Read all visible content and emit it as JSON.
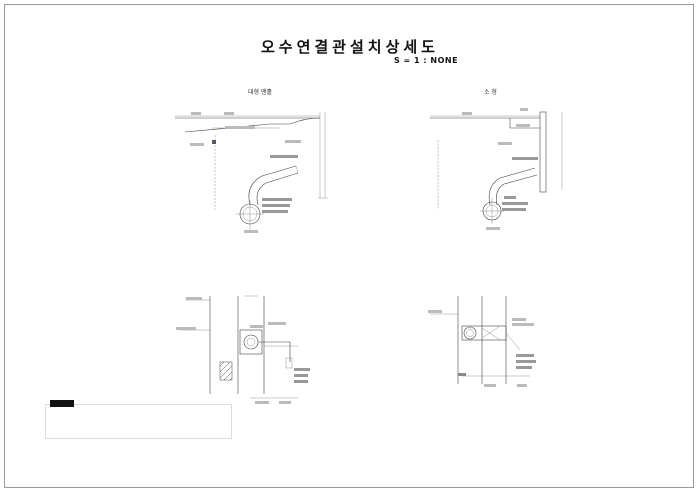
{
  "title": "오수연결관설치상세도",
  "scale": "S = 1 : NONE",
  "views": {
    "left_top": "대형 맨홀",
    "right_top": "소 형"
  },
  "notes": {
    "header": "",
    "lines": [
      "",
      "",
      ""
    ]
  },
  "icons": [
    "pipe-section-icon",
    "hatched-block-icon"
  ]
}
